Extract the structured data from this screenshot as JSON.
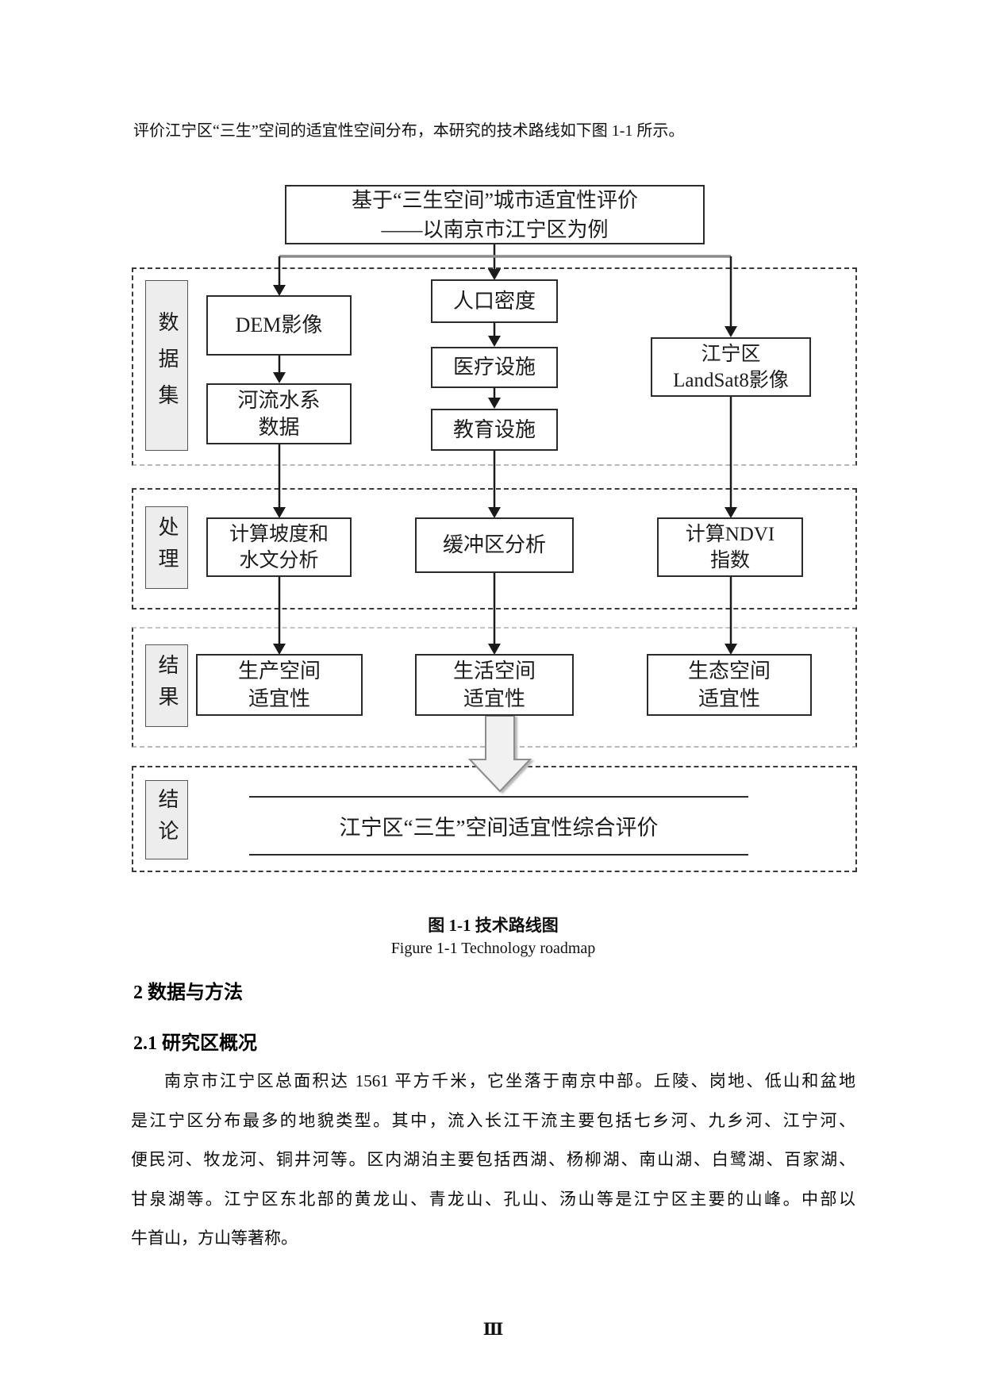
{
  "page": {
    "intro": "评价江宁区“三生”空间的适宜性空间分布，本研究的技术路线如下图 1-1 所示。",
    "page_number": "Ⅲ"
  },
  "figure": {
    "title": {
      "line1": "基于“三生空间”城市适宜性评价",
      "line2": "——以南京市江宁区为例"
    },
    "row_labels": {
      "dataset": "数据集",
      "processing": "处理",
      "result": "结果",
      "conclusion": "结论"
    },
    "nodes": {
      "dem": {
        "line1": "DEM影像"
      },
      "river": {
        "line1": "河流水系",
        "line2": "数据"
      },
      "population": {
        "line1": "人口密度"
      },
      "medical": {
        "line1": "医疗设施"
      },
      "education": {
        "line1": "教育设施"
      },
      "landsat": {
        "line1": "江宁区",
        "line2": "LandSat8影像"
      },
      "slope": {
        "line1": "计算坡度和",
        "line2": "水文分析"
      },
      "buffer": {
        "line1": "缓冲区分析"
      },
      "ndvi": {
        "line1": "计算NDVI",
        "line2": "指数"
      },
      "production": {
        "line1": "生产空间",
        "line2": "适宜性"
      },
      "living": {
        "line1": "生活空间",
        "line2": "适宜性"
      },
      "ecology": {
        "line1": "生态空间",
        "line2": "适宜性"
      },
      "conclusion": {
        "line1": "江宁区“三生”空间适宜性综合评价"
      }
    },
    "caption": {
      "zh": "图 1-1 技术路线图",
      "en": "Figure 1-1 Technology roadmap"
    }
  },
  "sections": {
    "h2": "2 数据与方法",
    "h2_1": "2.1 研究区概况"
  },
  "body": {
    "lines": [
      "南京市江宁区总面积达 1561 平方千米，它坐落于南京中部。丘陵、岗地、低山和盆地",
      "是江宁区分布最多的地貌类型。其中，流入长江干流主要包括七乡河、九乡河、江宁河、",
      "便民河、牧龙河、铜井河等。区内湖泊主要包括西湖、杨柳湖、南山湖、白鹭湖、百家湖、",
      "甘泉湖等。江宁区东北部的黄龙山、青龙山、孔山、汤山等是江宁区主要的山峰。中部以",
      "牛首山，方山等著称。"
    ]
  }
}
